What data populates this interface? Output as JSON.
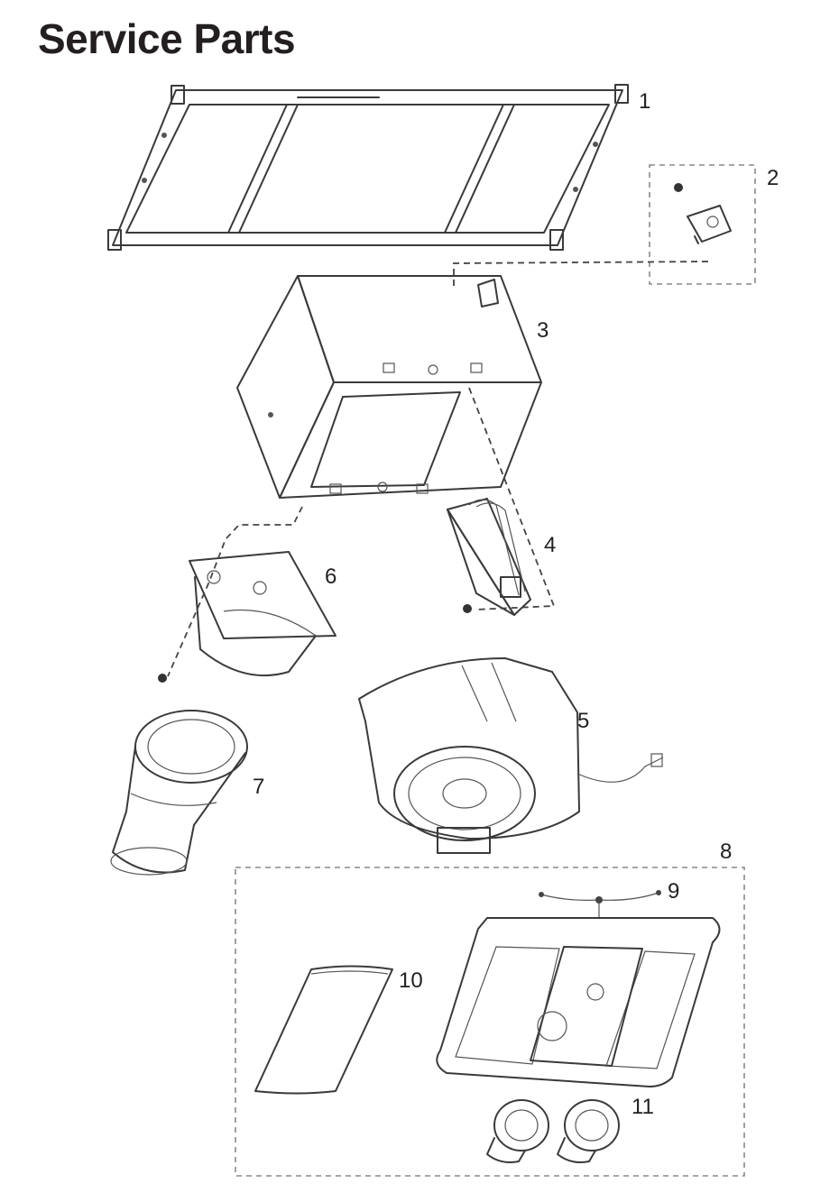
{
  "title": "Service Parts",
  "callouts": [
    "1",
    "2",
    "3",
    "4",
    "5",
    "6",
    "7",
    "8",
    "9",
    "10",
    "11"
  ],
  "colors": {
    "line": "#3a3a3a",
    "panel": "#e6e6e6",
    "panel_dark": "#cfcfcf",
    "text": "#231f20"
  }
}
